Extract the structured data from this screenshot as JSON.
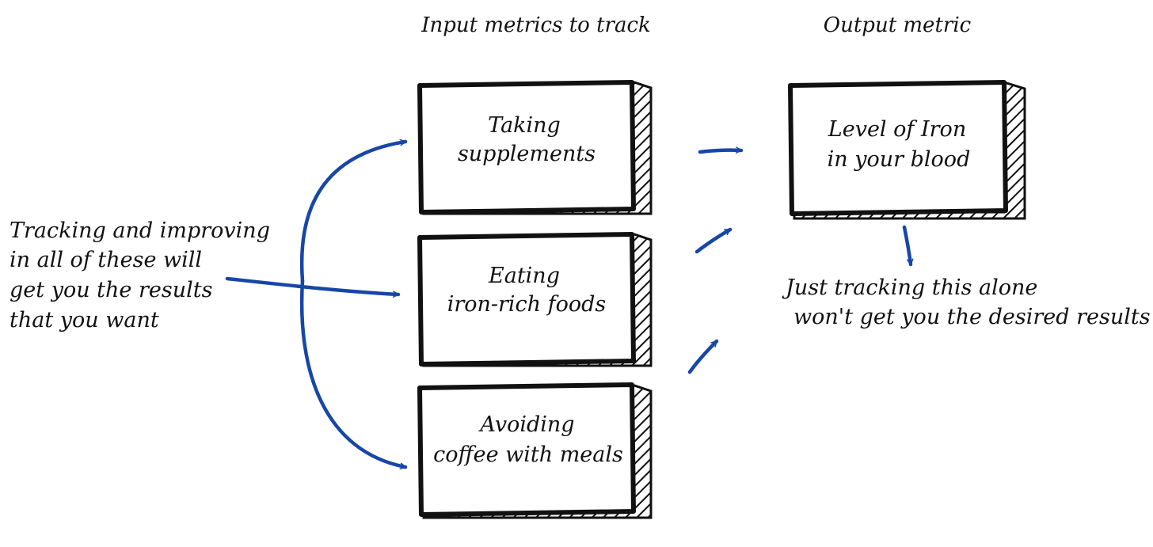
{
  "headings": {
    "inputs": "Input metrics to track",
    "output": "Output metric"
  },
  "input_boxes": [
    {
      "line1": "Taking",
      "line2": "supplements"
    },
    {
      "line1": "Eating",
      "line2": "iron-rich foods"
    },
    {
      "line1": "Avoiding",
      "line2": "coffee with meals"
    }
  ],
  "output_box": {
    "line1": "Level of Iron",
    "line2": "in your blood"
  },
  "left_note": {
    "lines": [
      "Tracking and improving",
      "in all of these will",
      "get you the results",
      "that you want"
    ]
  },
  "right_note": {
    "lines": [
      "Just tracking this alone",
      "won't get you the desired results"
    ]
  },
  "colors": {
    "arrow": "#1747a6",
    "ink": "#111111",
    "box_fill": "#ffffff"
  }
}
